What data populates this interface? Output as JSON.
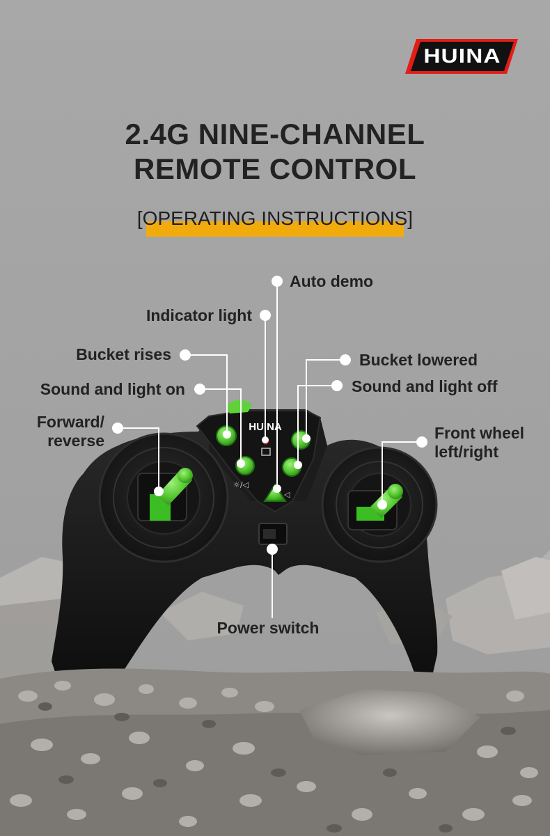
{
  "brand": {
    "logo_text": "HUINA"
  },
  "header": {
    "title_line1": "2.4G NINE-CHANNEL",
    "title_line2": "REMOTE CONTROL",
    "subtitle": "[OPERATING INSTRUCTIONS]"
  },
  "labels": {
    "auto_demo": "Auto demo",
    "indicator_light": "Indicator light",
    "bucket_rises": "Bucket rises",
    "bucket_lowered": "Bucket lowered",
    "sound_light_on": "Sound and light on",
    "sound_light_off": "Sound and light off",
    "forward_reverse_1": "Forward/",
    "forward_reverse_2": "reverse",
    "front_wheel_1": "Front wheel",
    "front_wheel_2": "left/right",
    "power_switch": "Power switch"
  },
  "controller": {
    "logo_text": "HUINA"
  },
  "colors": {
    "accent_bar": "#f2ab0c",
    "button_green": "#5fd23a",
    "controller_body": "#1a1a1a",
    "background": "#a5a5a5"
  }
}
